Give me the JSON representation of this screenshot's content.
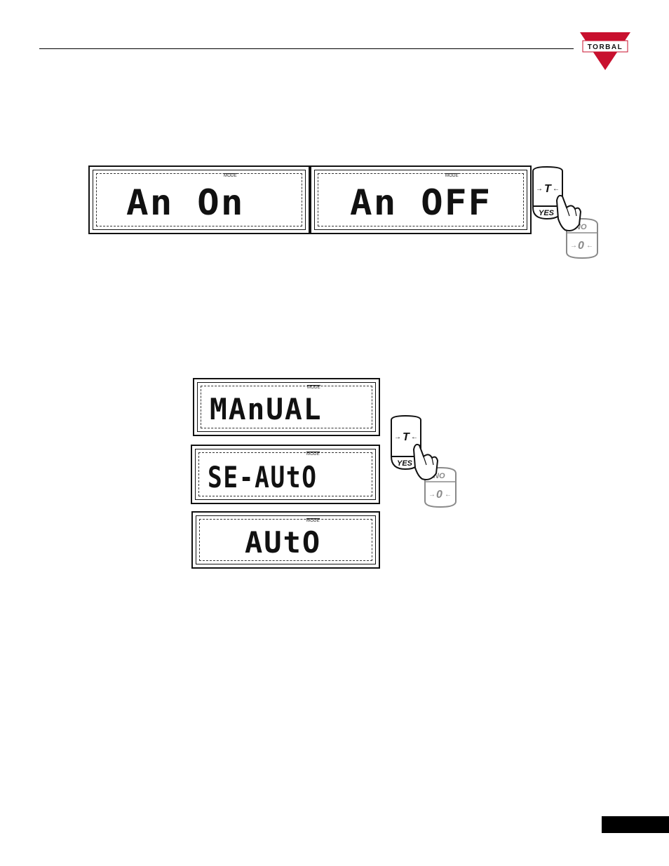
{
  "brand": {
    "logo_text": "TORBAL"
  },
  "displays": {
    "an_on": {
      "mode": "MODE",
      "text": "An On"
    },
    "an_off": {
      "mode": "MODE",
      "text": "An OFF"
    },
    "manual": {
      "mode": "MODE",
      "text": "MAnUAL"
    },
    "se_auto": {
      "mode": "MODE",
      "text": "SE-AUtO"
    },
    "auto": {
      "mode": "MODE",
      "text": "AUtO"
    }
  },
  "keypad": {
    "tare_label": "T",
    "yes_label": "YES",
    "no_label": "NO",
    "zero_label": "0"
  },
  "colors": {
    "logo_red": "#c8102e",
    "text": "#111111",
    "key_gray": "#8a8a8a"
  }
}
